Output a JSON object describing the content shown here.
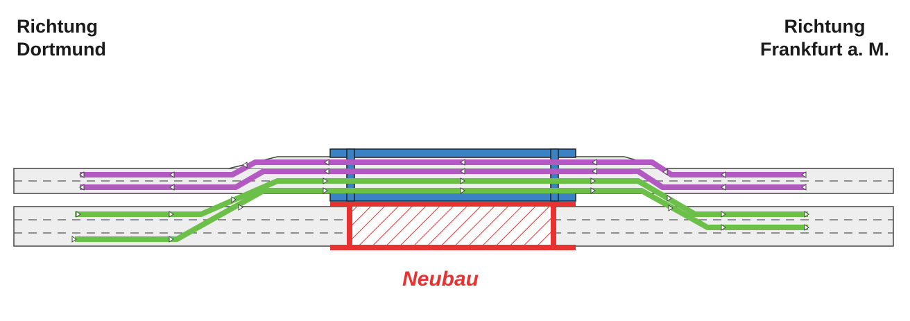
{
  "direction_left": {
    "line1": "Richtung",
    "line2": "Dortmund"
  },
  "direction_right": {
    "line1": "Richtung",
    "line2": "Frankfurt a. M."
  },
  "new_building_label": "Neubau",
  "colors": {
    "purple_route": "#b35ac2",
    "green_route": "#6cc04a",
    "platform_blue": "#3a82c4",
    "new_building_red": "#e83232",
    "track_band": "#eeeeee",
    "track_line": "#333333"
  }
}
